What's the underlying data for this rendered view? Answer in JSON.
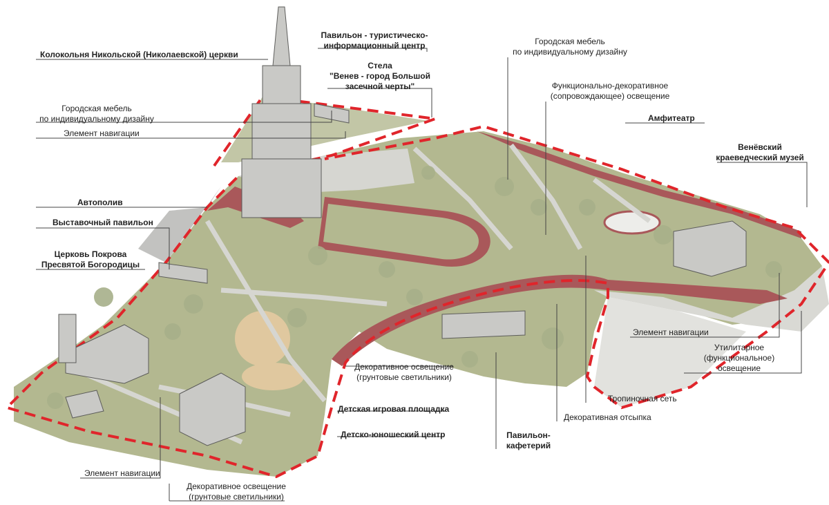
{
  "labels": {
    "bell_tower": "Колокольня Никольской (Николаевской) церкви",
    "pavilion_tourist_1": "Павильон - туристическо-",
    "pavilion_tourist_2": "информационный центр",
    "stela_1": "Стела",
    "stela_2": "\"Венев - город Большой",
    "stela_3": "засечной черты\"",
    "furniture_left_1": "Городская мебель",
    "furniture_left_2": "по индивидуальному дизайну",
    "nav_left_top": "Элемент навигации",
    "autowatering": "Автополив",
    "exhibition_pavilion": "Выставочный павильон",
    "church_1": "Церковь Покрова",
    "church_2": "Пресвятой Богородицы",
    "furniture_right_1": "Городская мебель",
    "furniture_right_2": "по индивидуальному дизайну",
    "func_light_1": "Функционально-декоративное",
    "func_light_2": "(сопровождающее) освещение",
    "amphitheater": "Амфитеатр",
    "museum_1": "Венёвский",
    "museum_2": "краеведческий музей",
    "nav_right": "Элемент навигации",
    "util_light_1": "Утилитарное",
    "util_light_2": "(функциональное)",
    "util_light_3": "освещение",
    "deco_light_mid_1": "Декоративное освещение",
    "deco_light_mid_2": "(грунтовые светильники)",
    "path_network": "Тропиночная сеть",
    "deco_fill": "Декоративная отсыпка",
    "playground": "Детская игровая площадка",
    "youth_center": "Детско-юношеский центр",
    "cafe_1": "Павильон-",
    "cafe_2": "кафетерий",
    "nav_bottom": "Элемент навигации",
    "deco_light_bot_1": "Декоративное освещение",
    "deco_light_bot_2": "(грунтовые светильники)"
  },
  "colors": {
    "boundary": "#e0252b",
    "lawn": "#b3b890",
    "paving": "#d6d6d1",
    "brick_path": "#a9585a",
    "building": "#c9c9c6",
    "tree": "#a7b08a",
    "leader": "#444444"
  }
}
